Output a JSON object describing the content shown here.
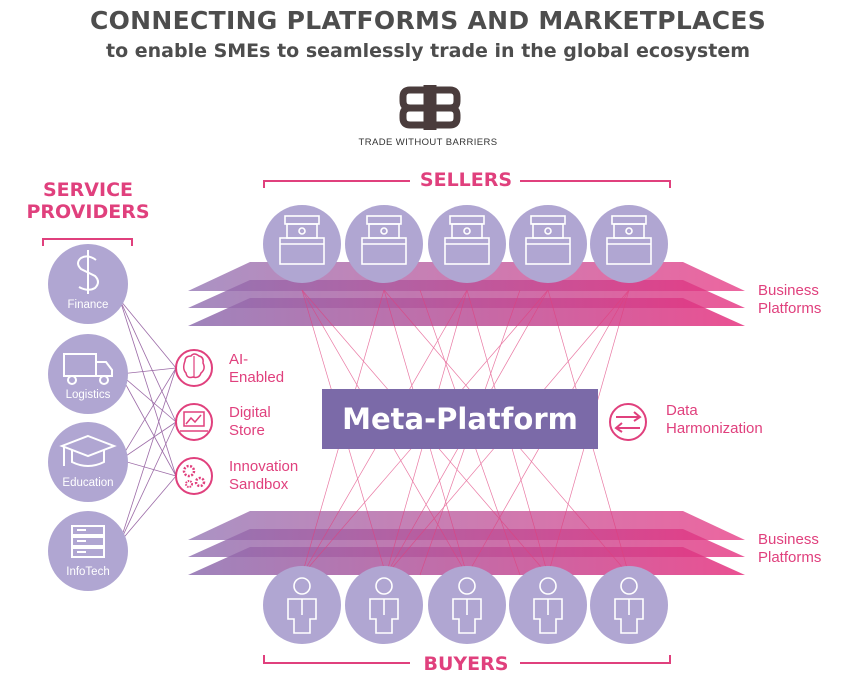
{
  "header": {
    "title": "CONNECTING PLATFORMS AND MARKETPLACES",
    "subtitle": "to enable SMEs to seamlessly trade in the global ecosystem",
    "tagline": "TRADE WITHOUT BARRIERS"
  },
  "service_providers": {
    "heading_line1": "SERVICE",
    "heading_line2": "PROVIDERS",
    "items": [
      {
        "label": "Finance",
        "icon": "dollar-icon"
      },
      {
        "label": "Logistics",
        "icon": "truck-icon"
      },
      {
        "label": "Education",
        "icon": "graduation-cap-icon"
      },
      {
        "label": "InfoTech",
        "icon": "server-icon"
      }
    ]
  },
  "capabilities": [
    {
      "line1": "AI-",
      "line2": "Enabled",
      "icon": "brain-chip-icon"
    },
    {
      "line1": "Digital",
      "line2": "Store",
      "icon": "storefront-icon"
    },
    {
      "line1": "Innovation",
      "line2": "Sandbox",
      "icon": "gears-icon"
    }
  ],
  "sellers_label": "SELLERS",
  "buyers_label": "BUYERS",
  "meta_platform": "Meta-Platform",
  "data_harmonization": {
    "line1": "Data",
    "line2": "Harmonization",
    "icon": "arrows-exchange-icon"
  },
  "business_platforms_top": {
    "line1": "Business",
    "line2": "Platforms"
  },
  "business_platforms_bottom": {
    "line1": "Business",
    "line2": "Platforms"
  },
  "colors": {
    "pink": "#e0407d",
    "purple": "#7b6aa8",
    "lavender": "#b0a6d2",
    "title_gray": "#4d4d4d"
  }
}
